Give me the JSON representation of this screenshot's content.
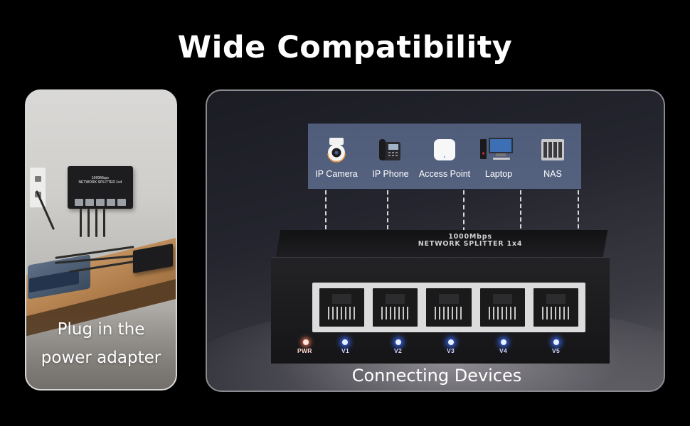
{
  "title": "Wide Compatibility",
  "left_panel": {
    "caption_line1": "Plug in the",
    "caption_line2": "power adapter",
    "wall_box_text_line1": "1000Mbps",
    "wall_box_text_line2": "NETWORK SPLITTER 1x4"
  },
  "right_panel": {
    "caption": "Connecting Devices",
    "devices": [
      {
        "label": "IP Camera",
        "icon": "ip-camera-icon"
      },
      {
        "label": "IP Phone",
        "icon": "ip-phone-icon"
      },
      {
        "label": "Access Point",
        "icon": "access-point-icon"
      },
      {
        "label": "Laptop",
        "icon": "laptop-icon"
      },
      {
        "label": "NAS",
        "icon": "nas-icon"
      }
    ],
    "splitter_text_line1": "1000Mbps",
    "splitter_text_line2": "NETWORK SPLITTER 1x4",
    "leds": [
      "PWR",
      "V1",
      "V2",
      "V3",
      "V4",
      "V5"
    ]
  },
  "colors": {
    "background": "#000000",
    "device_panel": "#52607d",
    "led_blue": "#3b6cff",
    "led_power": "#ff7a5a"
  }
}
